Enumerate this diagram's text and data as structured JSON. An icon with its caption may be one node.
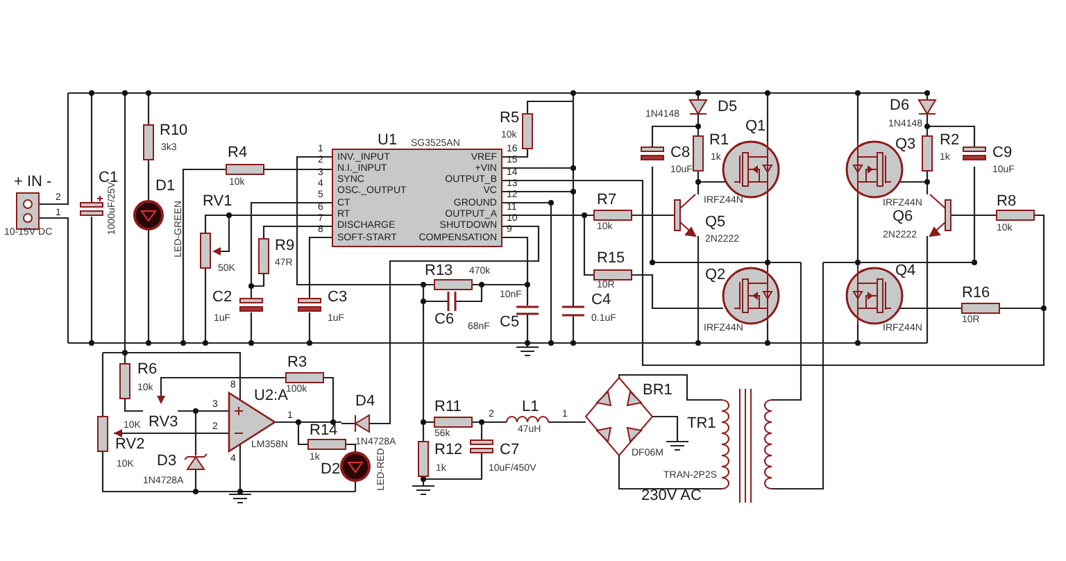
{
  "diagram": {
    "nodes": [
      {
        "text": [
          "U1",
          "SG3525AN",
          "INV._INPUT",
          "N.I._INPUT",
          "SYNC",
          "OSC._OUTPUT",
          "CT",
          "RT",
          "DISCHARGE",
          "SOFT-START",
          "VREF",
          "+VIN",
          "OUTPUT_B",
          "VC",
          "GROUND",
          "OUTPUT_A",
          "SHUTDOWN",
          "COMPENSATION"
        ],
        "beside": [
          "1",
          "2",
          "3",
          "4",
          "5",
          "6",
          "7",
          "8",
          "16",
          "15",
          "14",
          "13",
          "12",
          "11",
          "10",
          "9"
        ]
      }
    ],
    "labels": [
      "+ IN -",
      "2",
      "1",
      "10-15V DC",
      "C1",
      "1000uF/25V",
      "R10",
      "3k3",
      "D1",
      "LED-GREEN",
      "R4",
      "10k",
      "RV1",
      "50K",
      "R9",
      "47R",
      "C2",
      "1uF",
      "C3",
      "1uF",
      "R5",
      "10k",
      "R13",
      "470k",
      "C6",
      "68nF",
      "10nF",
      "C5",
      "C4",
      "0.1uF",
      "R7",
      "10k",
      "R15",
      "10R",
      "1N4148",
      "D5",
      "C8",
      "10uF",
      "R1",
      "1k",
      "Q1",
      "IRFZ44N",
      "Q5",
      "2N2222",
      "Q2",
      "IRFZ44N",
      "D6",
      "1N4148",
      "Q3",
      "R2",
      "1k",
      "C9",
      "10uF",
      "IRFZ44N",
      "Q6",
      "2N2222",
      "R8",
      "10k",
      "Q4",
      "R16",
      "10R",
      "IRFZ44N",
      "R6",
      "10k",
      "R3",
      "100k",
      "U2:A",
      "8",
      "3",
      "2",
      "1",
      "4",
      "10K",
      "RV3",
      "RV2",
      "10K",
      "LM358N",
      "D4",
      "1N4728A",
      "R14",
      "1k",
      "D3",
      "1N4728A",
      "D2",
      "LED-RED",
      "R11",
      "56k",
      "2",
      "L1",
      "47uH",
      "1",
      "R12",
      "1k",
      "C7",
      "10uF/450V",
      "BR1",
      "TR1",
      "DF06M",
      "TRAN-2P2S",
      "230V AC"
    ]
  }
}
